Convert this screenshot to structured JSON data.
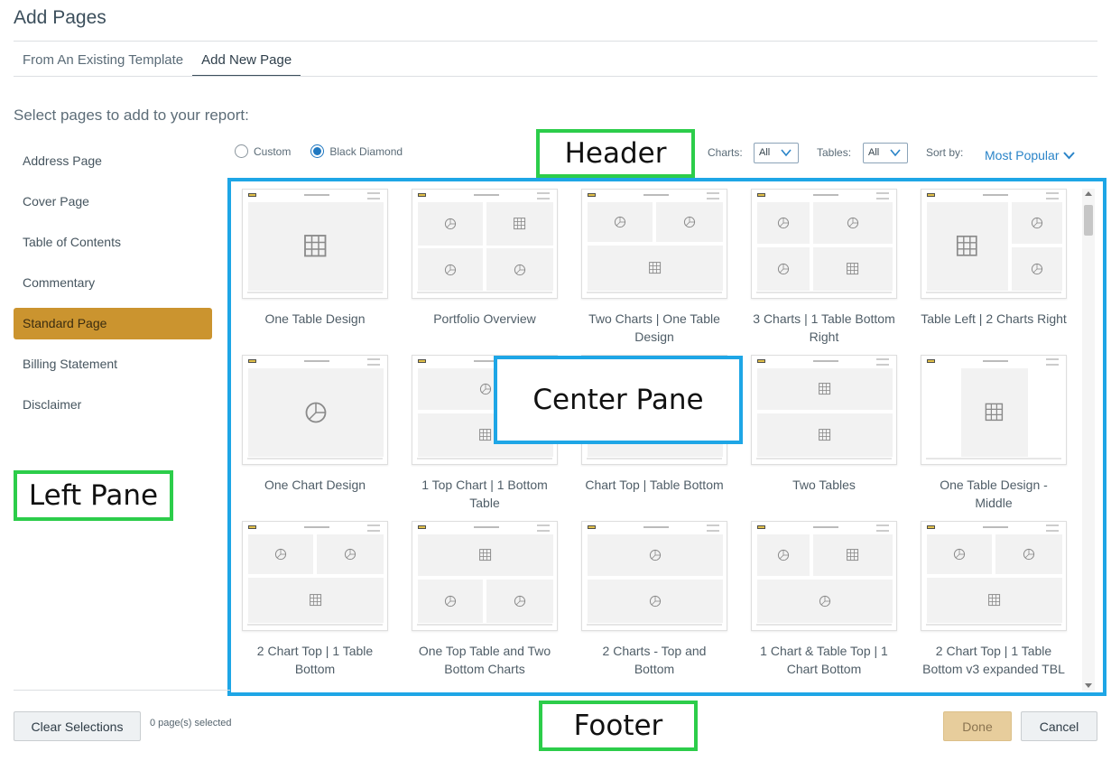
{
  "dialog": {
    "title": "Add Pages"
  },
  "tabs": [
    {
      "label": "From An Existing Template",
      "active": false
    },
    {
      "label": "Add New Page",
      "active": true
    }
  ],
  "instruction": "Select pages to add to your report:",
  "left_nav": [
    {
      "label": "Address Page",
      "active": false
    },
    {
      "label": "Cover Page",
      "active": false
    },
    {
      "label": "Table of Contents",
      "active": false
    },
    {
      "label": "Commentary",
      "active": false
    },
    {
      "label": "Standard Page",
      "active": true
    },
    {
      "label": "Billing Statement",
      "active": false
    },
    {
      "label": "Disclaimer",
      "active": false
    }
  ],
  "source_radios": [
    {
      "label": "Custom",
      "checked": false
    },
    {
      "label": "Black Diamond",
      "checked": true
    }
  ],
  "filters": {
    "charts_label": "Charts:",
    "charts_value": "All",
    "tables_label": "Tables:",
    "tables_value": "All",
    "sort_label": "Sort by:",
    "sort_value": "Most Popular"
  },
  "annotations": {
    "header": "Header",
    "left_pane": "Left Pane",
    "center_pane": "Center Pane",
    "footer": "Footer"
  },
  "templates": [
    {
      "label": "One Table Design",
      "layout": "full-table"
    },
    {
      "label": "Portfolio Overview",
      "layout": "quad-chart-table-chart-chart"
    },
    {
      "label": "Two Charts | One Table Design",
      "layout": "two-top-charts-bottom-table"
    },
    {
      "label": "3 Charts | 1 Table Bottom Right",
      "layout": "quad-chart-chart-chart-table"
    },
    {
      "label": "Table Left | 2 Charts Right",
      "layout": "left-table-right-charts"
    },
    {
      "label": "One Chart Design",
      "layout": "full-chart"
    },
    {
      "label": "1 Top Chart | 1 Bottom Table",
      "layout": "top-chart-bottom-table"
    },
    {
      "label": "Chart Top | Table Bottom",
      "layout": "top-chart-bottom-table"
    },
    {
      "label": "Two Tables",
      "layout": "top-table-bottom-table"
    },
    {
      "label": "One Table Design - Middle",
      "layout": "middle-table"
    },
    {
      "label": "2 Chart Top | 1 Table Bottom",
      "layout": "two-top-charts-bottom-table"
    },
    {
      "label": "One Top Table and Two Bottom Charts",
      "layout": "top-table-two-bottom-charts"
    },
    {
      "label": "2 Charts - Top and Bottom",
      "layout": "top-chart-bottom-chart"
    },
    {
      "label": "1 Chart & Table Top | 1 Chart Bottom",
      "layout": "chart-table-top-chart-bottom"
    },
    {
      "label": "2 Chart Top | 1 Table Bottom v3 expanded TBL",
      "layout": "two-top-charts-bottom-table"
    }
  ],
  "footer": {
    "clear_label": "Clear Selections",
    "selected_text": "0 page(s) selected",
    "done_label": "Done",
    "cancel_label": "Cancel"
  },
  "colors": {
    "accent": "#cb942f",
    "link": "#2a84c8",
    "annotation_green": "#2ccd4a",
    "annotation_blue": "#1ea6e6"
  }
}
